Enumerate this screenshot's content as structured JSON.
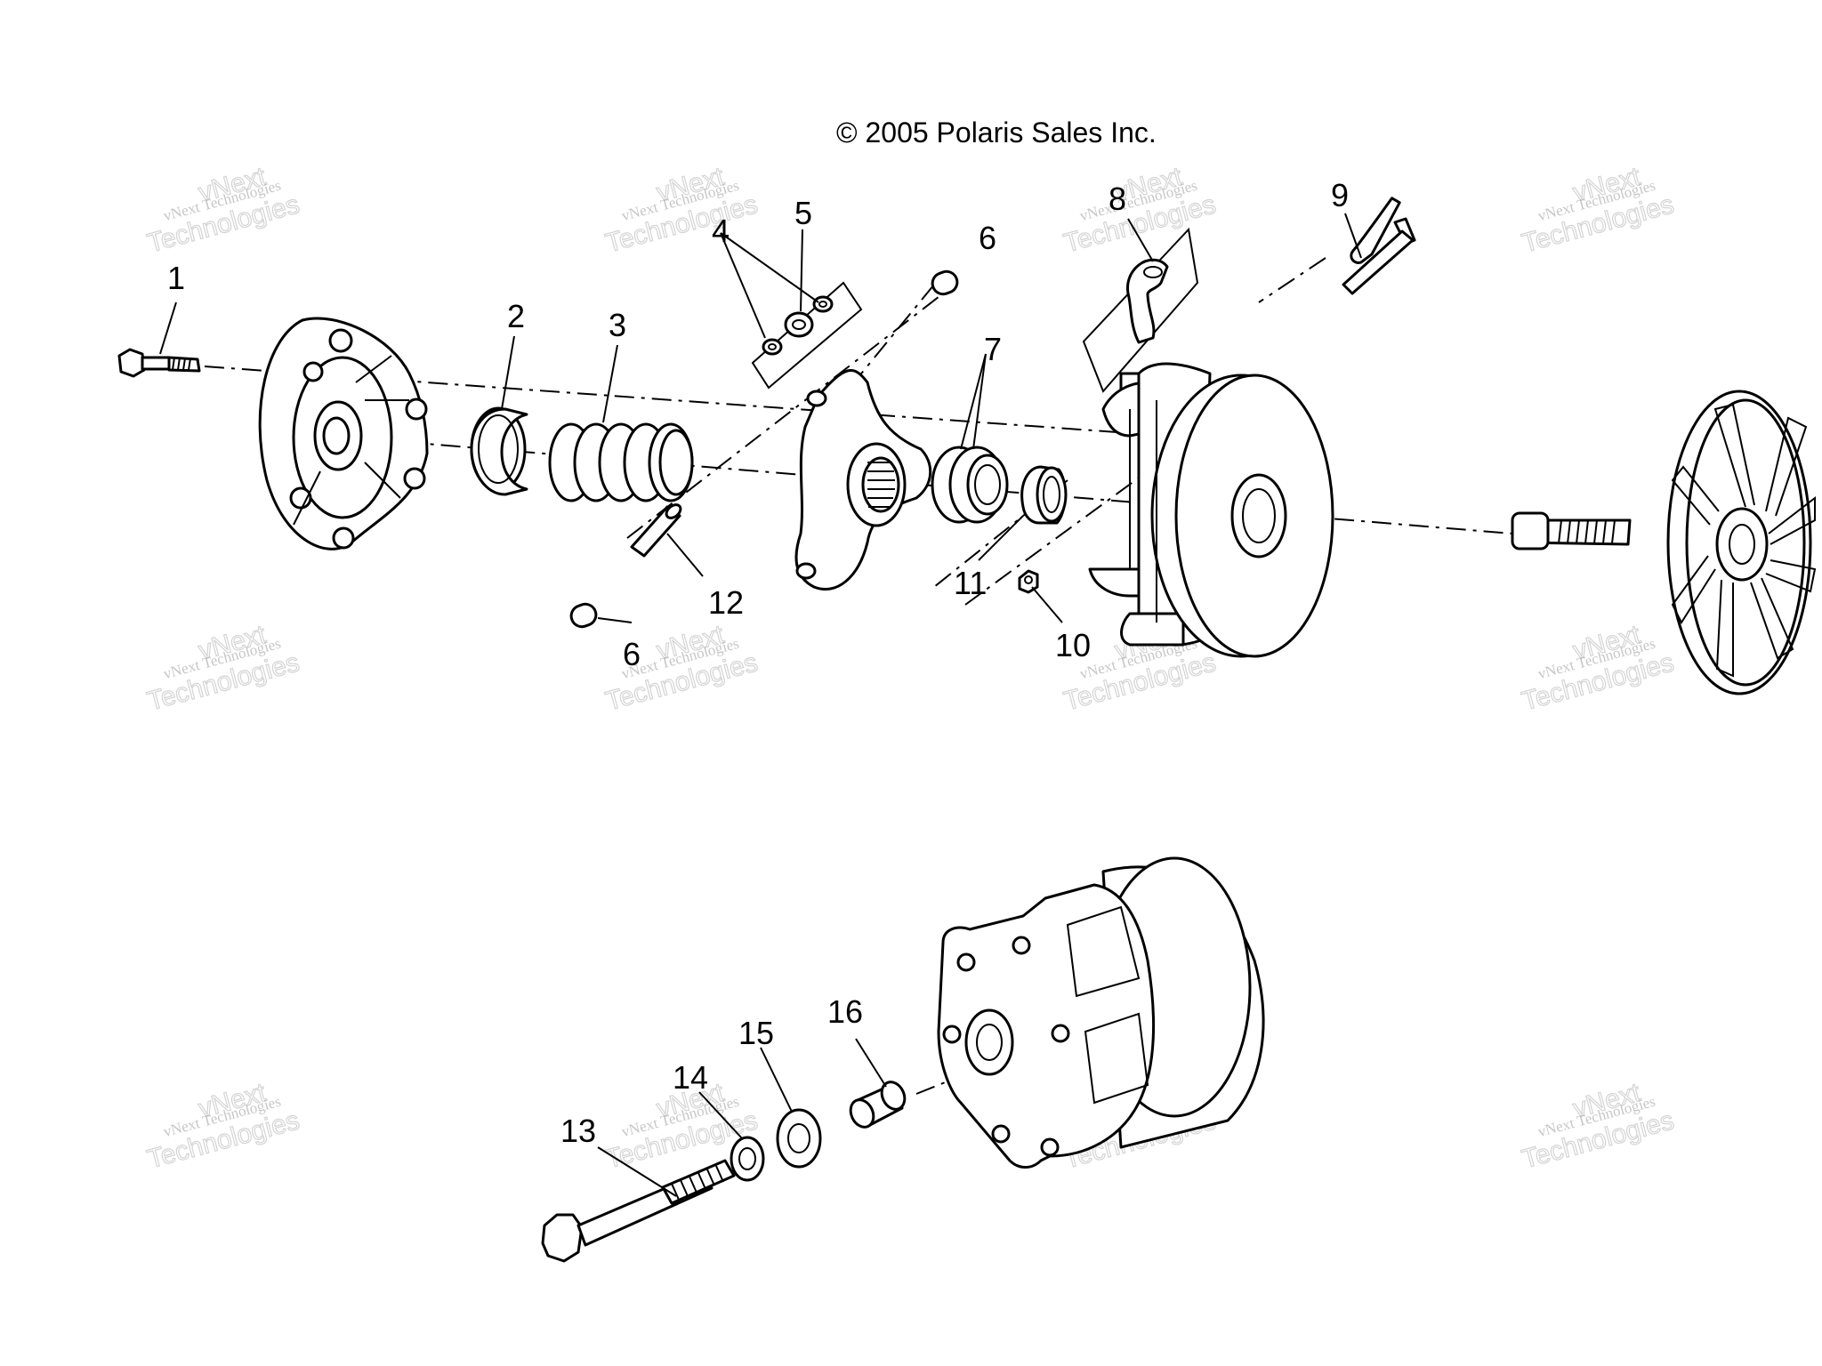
{
  "copyright": "© 2005 Polaris Sales Inc.",
  "watermark": {
    "line_small": "vNext Technologies",
    "line_top": "vNext",
    "line_big": "Technologies"
  },
  "callouts": [
    "1",
    "2",
    "3",
    "4",
    "5",
    "6",
    "6",
    "7",
    "8",
    "9",
    "10",
    "11",
    "12",
    "13",
    "14",
    "15",
    "16"
  ]
}
